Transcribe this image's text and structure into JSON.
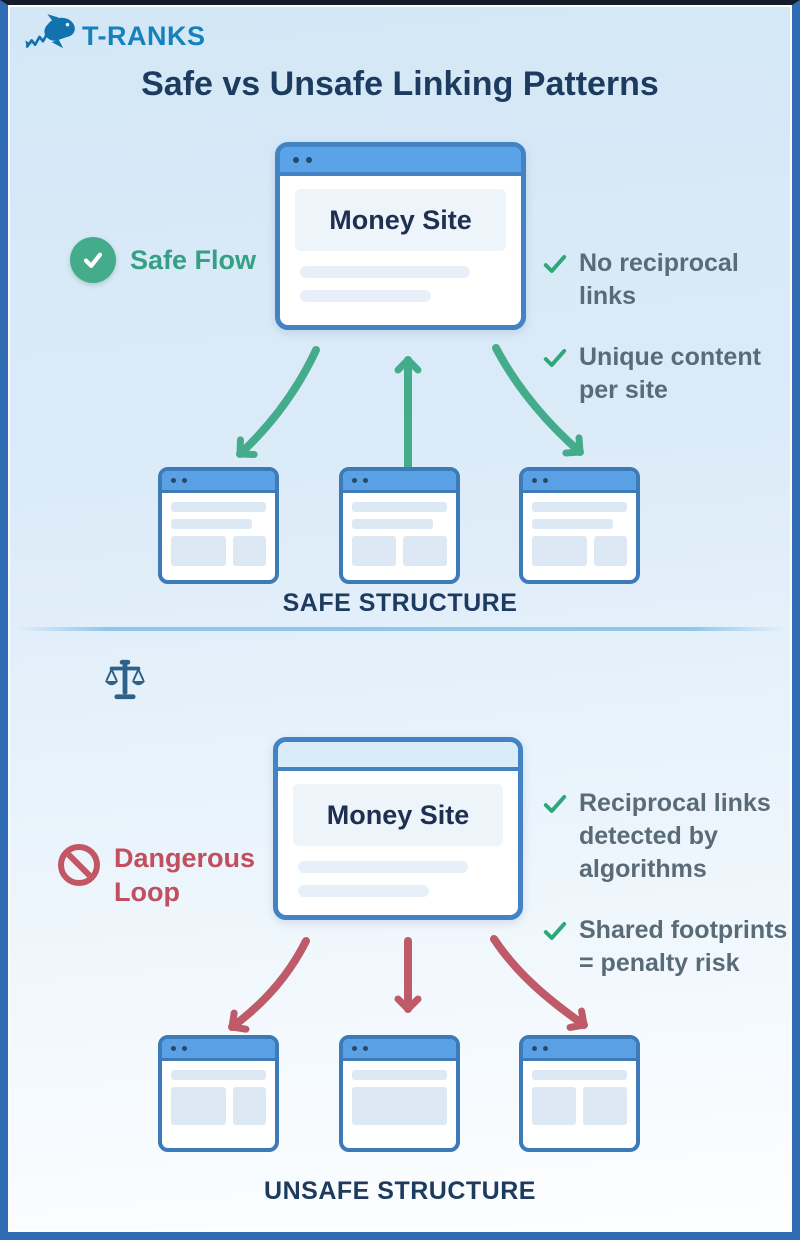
{
  "brand": {
    "name": "T-RANKS"
  },
  "title": "Safe vs Unsafe Linking Patterns",
  "safe": {
    "flow_label": "Safe Flow",
    "money_site": "Money Site",
    "bullets": [
      {
        "lines": [
          "No reciprocal",
          "links"
        ]
      },
      {
        "lines": [
          "Unique content",
          "per site"
        ]
      }
    ],
    "caption": "SAFE STRUCTURE"
  },
  "unsafe": {
    "flow_label_lines": [
      "Dangerous",
      "Loop"
    ],
    "money_site": "Money Site",
    "bullets": [
      {
        "lines": [
          "Reciprocal links",
          "detected by",
          "algorithms"
        ]
      },
      {
        "lines": [
          "Shared footprints",
          "= penalty risk"
        ]
      }
    ],
    "caption": "UNSAFE STRUCTURE"
  },
  "icons": {
    "logo": "shark-with-trend-arrow",
    "safe_flow": "check-circle",
    "bullet": "check",
    "unsafe_flow": "no-entry",
    "section_divider": "scales-of-justice",
    "window_controls": "two-dots"
  },
  "colors": {
    "background_top": "#d3e7f6",
    "background_bottom": "#fdfeff",
    "frame_border": "#2f6cb3",
    "frame_top_border": "#131c28",
    "navy_text": "#1d3a5f",
    "body_text": "#5a6b78",
    "window_border": "#4383c4",
    "titlebar_blue": "#5ba3e8",
    "titlebar_light": "#d9ecfa",
    "placeholder_fill": "#dce9f5",
    "safe_green": "#45ac8b",
    "check_green": "#2da878",
    "danger_red": "#bf5a68",
    "logo_blue": "#1581bd",
    "divider_blue": "#8fc6ea"
  }
}
